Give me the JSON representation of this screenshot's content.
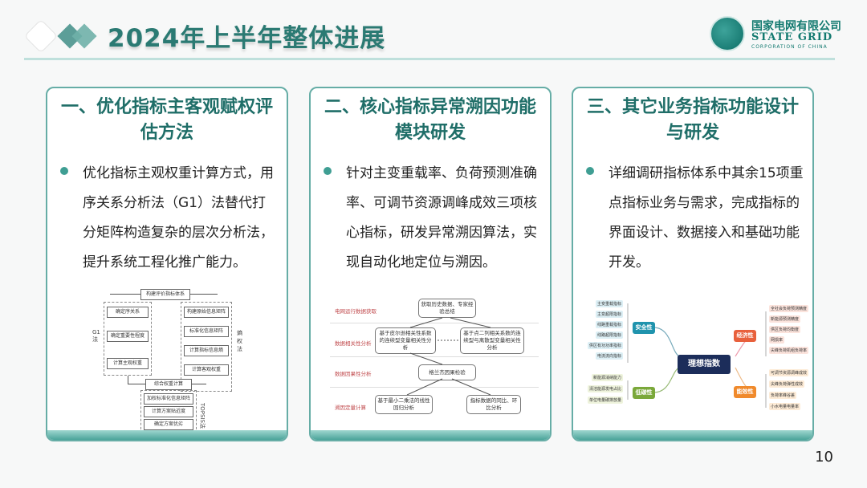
{
  "header": {
    "title": "2024年上半年整体进展",
    "logo_cn": "国家电网有限公司",
    "logo_en": "STATE GRID",
    "logo_sub": "CORPORATION OF CHINA"
  },
  "cards": [
    {
      "title": "一、优化指标主客观赋权评估方法",
      "body": "优化指标主观权重计算方式，用序关系分析法（G1）法替代打分矩阵构造复杂的层次分析法，提升系统工程化推广能力。",
      "diagram": {
        "top": "构建评价指标体系",
        "left": [
          "确定序关系",
          "确定重要性程度",
          "计算主观权重"
        ],
        "left_label": "G1法",
        "right": [
          "构建原始信息矩阵",
          "标准化信息矩阵",
          "计算指标信息熵",
          "计算客观权重"
        ],
        "right_label": "熵权法",
        "combine": "综合权重计算",
        "bottom": [
          "加权标准化信息矩阵",
          "计算方案贴近度",
          "确定方案优劣"
        ],
        "bottom_label": "TOPSIS法"
      }
    },
    {
      "title": "二、核心指标异常溯因功能模块研发",
      "body": "针对主变重载率、负荷预测准确率、可调节资源调峰成效三项核心指标，研发异常溯因算法，实现自动化地定位与溯因。",
      "diagram": {
        "stages": [
          "电网运行数据获取",
          "数据相关性分析",
          "数据因果性分析",
          "溯因定量计算"
        ],
        "boxes": [
          "获取历史数据、专家经验总结",
          "基于皮尔逊相关性系数的连续型变量相关性分析",
          "基于点二列相关系数的连续型与离散型变量相关性分析",
          "格兰杰因果检验",
          "基于最小二乘法的线性回归分析",
          "指标数据的同比、环比分析"
        ]
      }
    },
    {
      "title": "三、其它业务指标功能设计与研发",
      "body": "详细调研指标体系中其余15项重点指标业务与需求，完成指标的界面设计、数据接入和基础功能开发。",
      "diagram": {
        "center": "理想指数",
        "safety": {
          "label": "安全性",
          "color": "#1f93ad",
          "items": [
            "主变重载指标",
            "主变超限指标",
            "线路重载指标",
            "线路超限指标",
            "供区有功功率指标",
            "电流流向指标"
          ]
        },
        "economy": {
          "label": "经济性",
          "color": "#e8603c",
          "items": [
            "全社会负荷预测精度",
            "新能源预测精度",
            "供区负荷均衡度",
            "网损率",
            "尖峰负荷机组负荷率"
          ]
        },
        "lowcarbon": {
          "label": "低碳性",
          "color": "#7aa83a",
          "items": [
            "新能源消纳能力",
            "清洁能源发电占比",
            "单位电量碳排放量"
          ]
        },
        "efficiency": {
          "label": "能效性",
          "color": "#f08a2c",
          "items": [
            "可调节资源调峰成效",
            "尖峰负荷弹性成效",
            "负荷率峰谷差",
            "小水电量电量率"
          ]
        }
      }
    }
  ],
  "page_number": "10"
}
